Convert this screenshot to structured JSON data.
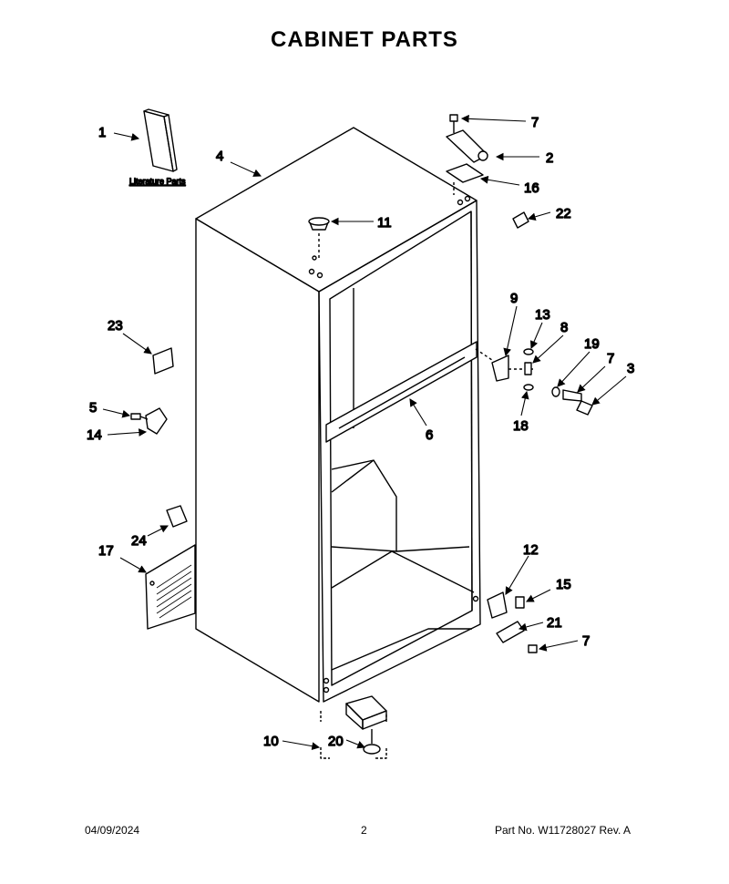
{
  "title": "CABINET PARTS",
  "literature_label": "Literature Parts",
  "callouts": [
    {
      "id": "1",
      "label": "1"
    },
    {
      "id": "4",
      "label": "4"
    },
    {
      "id": "7a",
      "label": "7"
    },
    {
      "id": "2",
      "label": "2"
    },
    {
      "id": "16",
      "label": "16"
    },
    {
      "id": "22",
      "label": "22"
    },
    {
      "id": "11",
      "label": "11"
    },
    {
      "id": "9",
      "label": "9"
    },
    {
      "id": "13",
      "label": "13"
    },
    {
      "id": "8",
      "label": "8"
    },
    {
      "id": "19",
      "label": "19"
    },
    {
      "id": "7b",
      "label": "7"
    },
    {
      "id": "3",
      "label": "3"
    },
    {
      "id": "18",
      "label": "18"
    },
    {
      "id": "23",
      "label": "23"
    },
    {
      "id": "5",
      "label": "5"
    },
    {
      "id": "14",
      "label": "14"
    },
    {
      "id": "6",
      "label": "6"
    },
    {
      "id": "24",
      "label": "24"
    },
    {
      "id": "17",
      "label": "17"
    },
    {
      "id": "12",
      "label": "12"
    },
    {
      "id": "15",
      "label": "15"
    },
    {
      "id": "21",
      "label": "21"
    },
    {
      "id": "7c",
      "label": "7"
    },
    {
      "id": "10",
      "label": "10"
    },
    {
      "id": "20",
      "label": "20"
    }
  ],
  "footer": {
    "date": "04/09/2024",
    "page": "2",
    "part_number": "Part No.  W11728027  Rev.  A"
  }
}
